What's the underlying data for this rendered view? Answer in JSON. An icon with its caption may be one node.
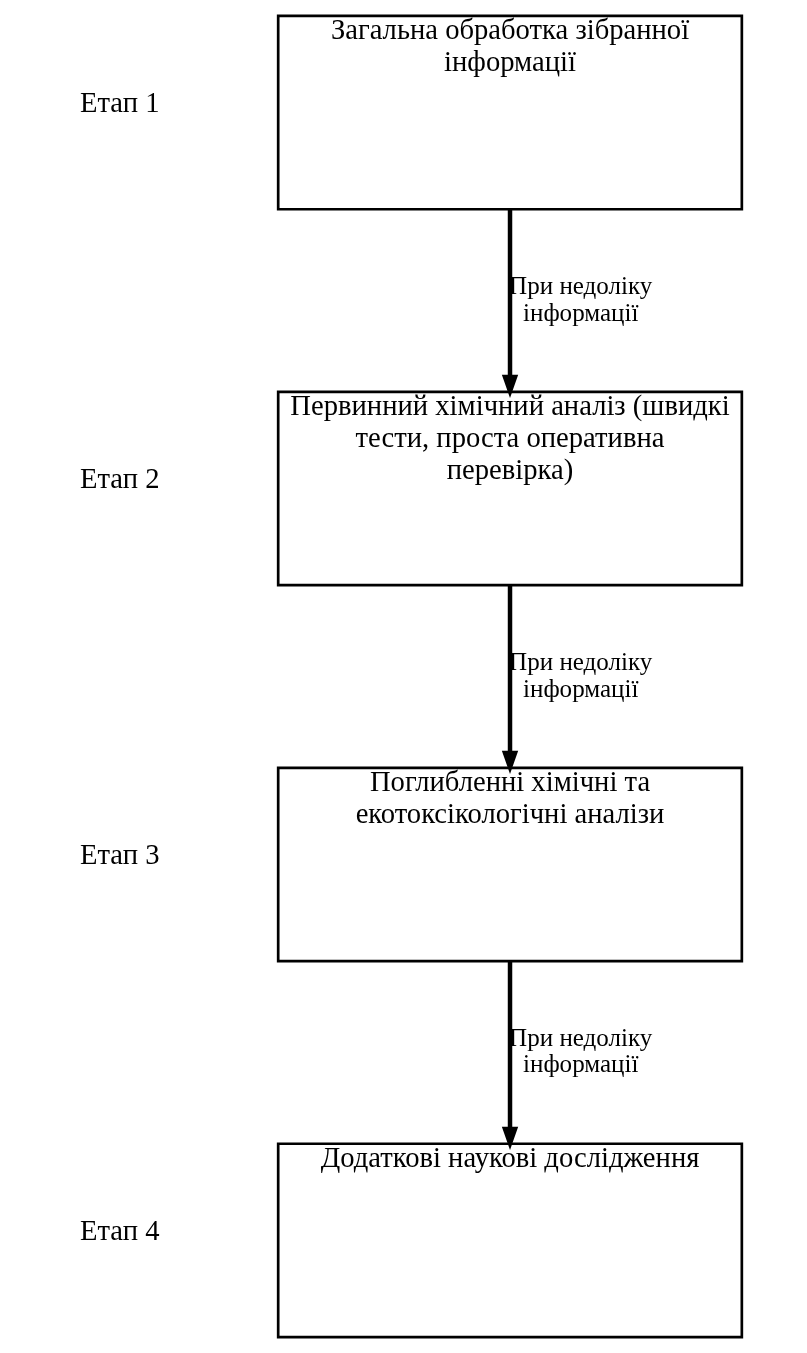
{
  "diagram": {
    "nodes": [
      {
        "text": [
          "Загальна обработка зібранної інформації"
        ],
        "beside": [
          "Етап 1"
        ]
      },
      {
        "text": [
          "Первинний хімічний аналіз (швидкі тести, проста оперативна перевірка)"
        ],
        "beside": [
          "Етап 2"
        ]
      },
      {
        "text": [
          "Поглибленні хімічні та екотоксікологічні аналізи"
        ],
        "beside": [
          "Етап 3"
        ]
      },
      {
        "text": [
          "Додаткові наукові дослідження"
        ],
        "beside": [
          "Етап 4"
        ]
      }
    ],
    "edges": [
      {
        "from": 0,
        "to": 1,
        "arrow": "to",
        "label": "При недоліку інформації"
      },
      {
        "from": 1,
        "to": 2,
        "arrow": "to",
        "label": "При недоліку інформації"
      },
      {
        "from": 2,
        "to": 3,
        "arrow": "to",
        "label": "При недоліку інформації"
      }
    ]
  }
}
